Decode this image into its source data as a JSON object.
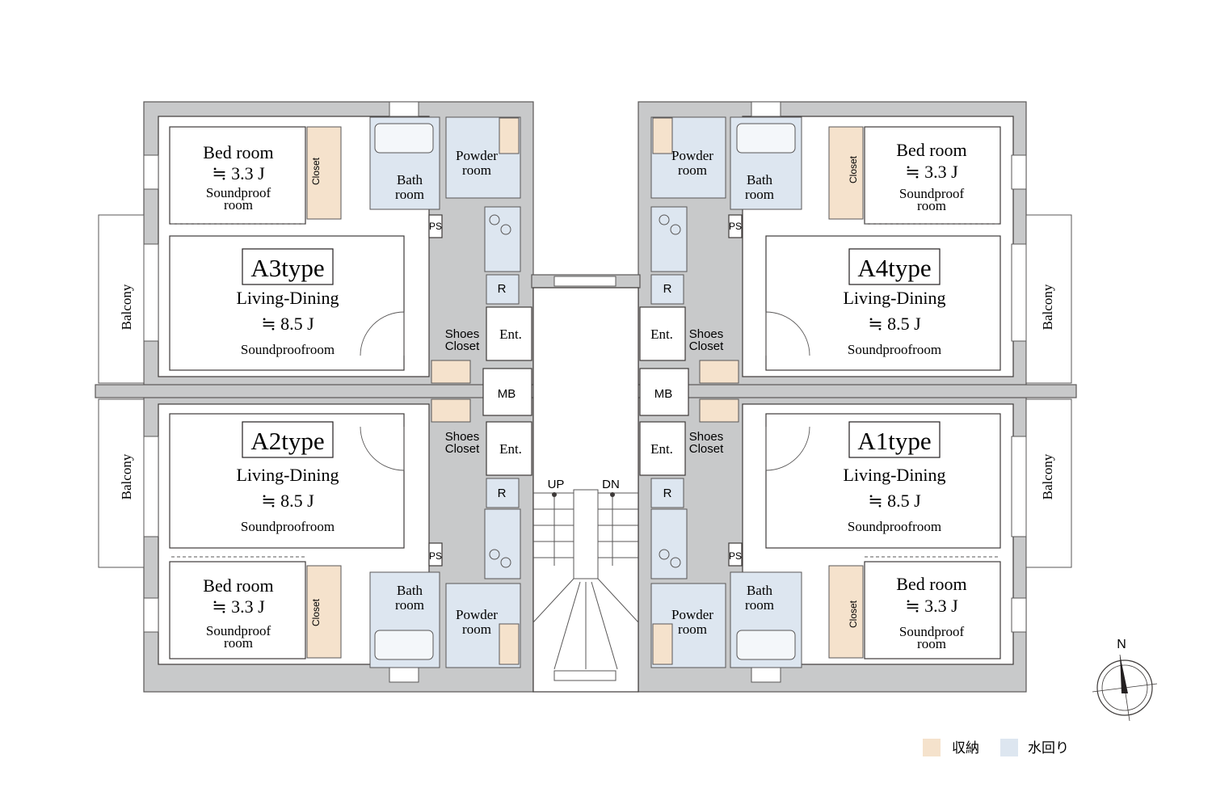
{
  "units": {
    "A3": {
      "type_label": "A3type",
      "living_label": "Living-Dining",
      "living_area": "≒ 8.5 J",
      "living_note": "Soundproofroom",
      "bed_label": "Bed room",
      "bed_area": "≒ 3.3 J",
      "bed_note_1": "Soundproof",
      "bed_note_2": "room",
      "closet": "Closet",
      "bath_1": "Bath",
      "bath_2": "room",
      "powder_1": "Powder",
      "powder_2": "room",
      "shoes_1": "Shoes",
      "shoes_2": "Closet",
      "entrance": "Ent.",
      "ref": "R",
      "ps": "PS",
      "balcony": "Balcony"
    },
    "A4": {
      "type_label": "A4type",
      "living_label": "Living-Dining",
      "living_area": "≒ 8.5 J",
      "living_note": "Soundproofroom",
      "bed_label": "Bed room",
      "bed_area": "≒ 3.3 J",
      "bed_note_1": "Soundproof",
      "bed_note_2": "room",
      "closet": "Closet",
      "bath_1": "Bath",
      "bath_2": "room",
      "powder_1": "Powder",
      "powder_2": "room",
      "shoes_1": "Shoes",
      "shoes_2": "Closet",
      "entrance": "Ent.",
      "ref": "R",
      "ps": "PS",
      "balcony": "Balcony"
    },
    "A2": {
      "type_label": "A2type",
      "living_label": "Living-Dining",
      "living_area": "≒ 8.5 J",
      "living_note": "Soundproofroom",
      "bed_label": "Bed room",
      "bed_area": "≒ 3.3 J",
      "bed_note_1": "Soundproof",
      "bed_note_2": "room",
      "closet": "Closet",
      "bath_1": "Bath",
      "bath_2": "room",
      "powder_1": "Powder",
      "powder_2": "room",
      "shoes_1": "Shoes",
      "shoes_2": "Closet",
      "entrance": "Ent.",
      "ref": "R",
      "ps": "PS",
      "balcony": "Balcony"
    },
    "A1": {
      "type_label": "A1type",
      "living_label": "Living-Dining",
      "living_area": "≒ 8.5 J",
      "living_note": "Soundproofroom",
      "bed_label": "Bed room",
      "bed_area": "≒ 3.3 J",
      "bed_note_1": "Soundproof",
      "bed_note_2": "room",
      "closet": "Closet",
      "bath_1": "Bath",
      "bath_2": "room",
      "powder_1": "Powder",
      "powder_2": "room",
      "shoes_1": "Shoes",
      "shoes_2": "Closet",
      "entrance": "Ent.",
      "ref": "R",
      "ps": "PS",
      "balcony": "Balcony"
    }
  },
  "common": {
    "mb": "MB",
    "stairs_up": "UP",
    "stairs_down": "DN"
  },
  "compass": {
    "north": "N"
  },
  "legend": {
    "storage": {
      "label": "収納",
      "color": "#f5e2cc"
    },
    "water": {
      "label": "水回り",
      "color": "#dde6f0"
    }
  }
}
